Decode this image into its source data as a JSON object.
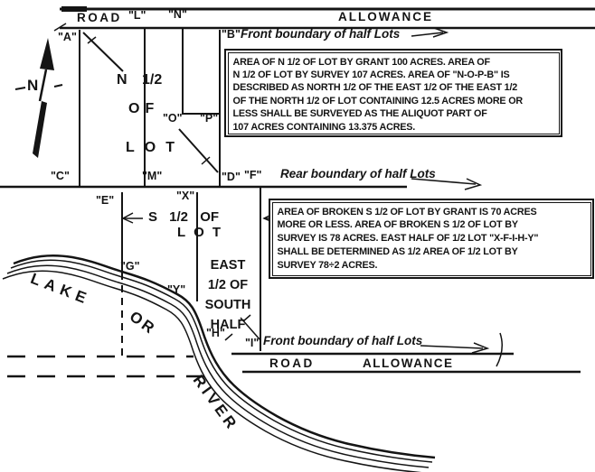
{
  "colors": {
    "ink": "#141414",
    "paper": "#ffffff"
  },
  "compass": {
    "label": "N"
  },
  "top_road": {
    "name": "ROAD",
    "corner_l": "\"L\"",
    "corner_n": "\"N\"",
    "allowance": "ALLOWANCE"
  },
  "bottom_road": {
    "name": "ROAD",
    "allowance": "ALLOWANCE"
  },
  "boundaries": {
    "front_top": "Front boundary of half Lots",
    "rear": "Rear boundary of half Lots",
    "front_bottom": "Front boundary of half Lots"
  },
  "corners": {
    "a": "\"A\"",
    "b": "\"B\"",
    "c": "\"C\"",
    "d": "\"D\"",
    "e": "\"E\"",
    "f": "\"F\"",
    "g": "\"G\"",
    "h": "\"H\"",
    "i": "\"I\"",
    "m": "\"M\"",
    "o": "\"O\"",
    "p": "\"P\"",
    "x": "\"X\"",
    "y": "\"Y\""
  },
  "north_half_label": {
    "line1": "N 1/2",
    "line2": "OF",
    "line3": "LOT"
  },
  "south_half_label": {
    "line1": "S 1/2 OF",
    "line2": "LOT"
  },
  "east_half_label": {
    "line1": "EAST",
    "line2": "1/2 OF",
    "line3": "SOUTH",
    "line4": "HALF"
  },
  "water": {
    "word1": "LAKE",
    "word2": "OR",
    "word3": "RIVER"
  },
  "notes_north": {
    "lines": [
      "AREA OF N 1/2 OF LOT BY GRANT 100 ACRES. AREA OF",
      "N 1/2 OF LOT BY SURVEY 107 ACRES. AREA OF \"N-O-P-B\" IS",
      "DESCRIBED AS NORTH 1/2 OF THE EAST 1/2 OF THE EAST 1/2",
      "OF THE NORTH 1/2 OF LOT CONTAINING 12.5 ACRES MORE OR",
      "LESS SHALL BE SURVEYED AS THE ALIQUOT PART OF",
      "107 ACRES CONTAINING 13.375 ACRES."
    ]
  },
  "notes_south": {
    "lines": [
      "AREA OF BROKEN S 1/2 OF LOT BY GRANT IS 70 ACRES",
      "MORE OR LESS. AREA OF BROKEN S 1/2 OF LOT BY",
      "SURVEY IS 78 ACRES. EAST HALF OF 1/2 LOT \"X-F-I-H-Y\"",
      "SHALL BE DETERMINED AS 1/2 AREA OF 1/2 LOT BY",
      "SURVEY 78÷2 ACRES."
    ]
  }
}
